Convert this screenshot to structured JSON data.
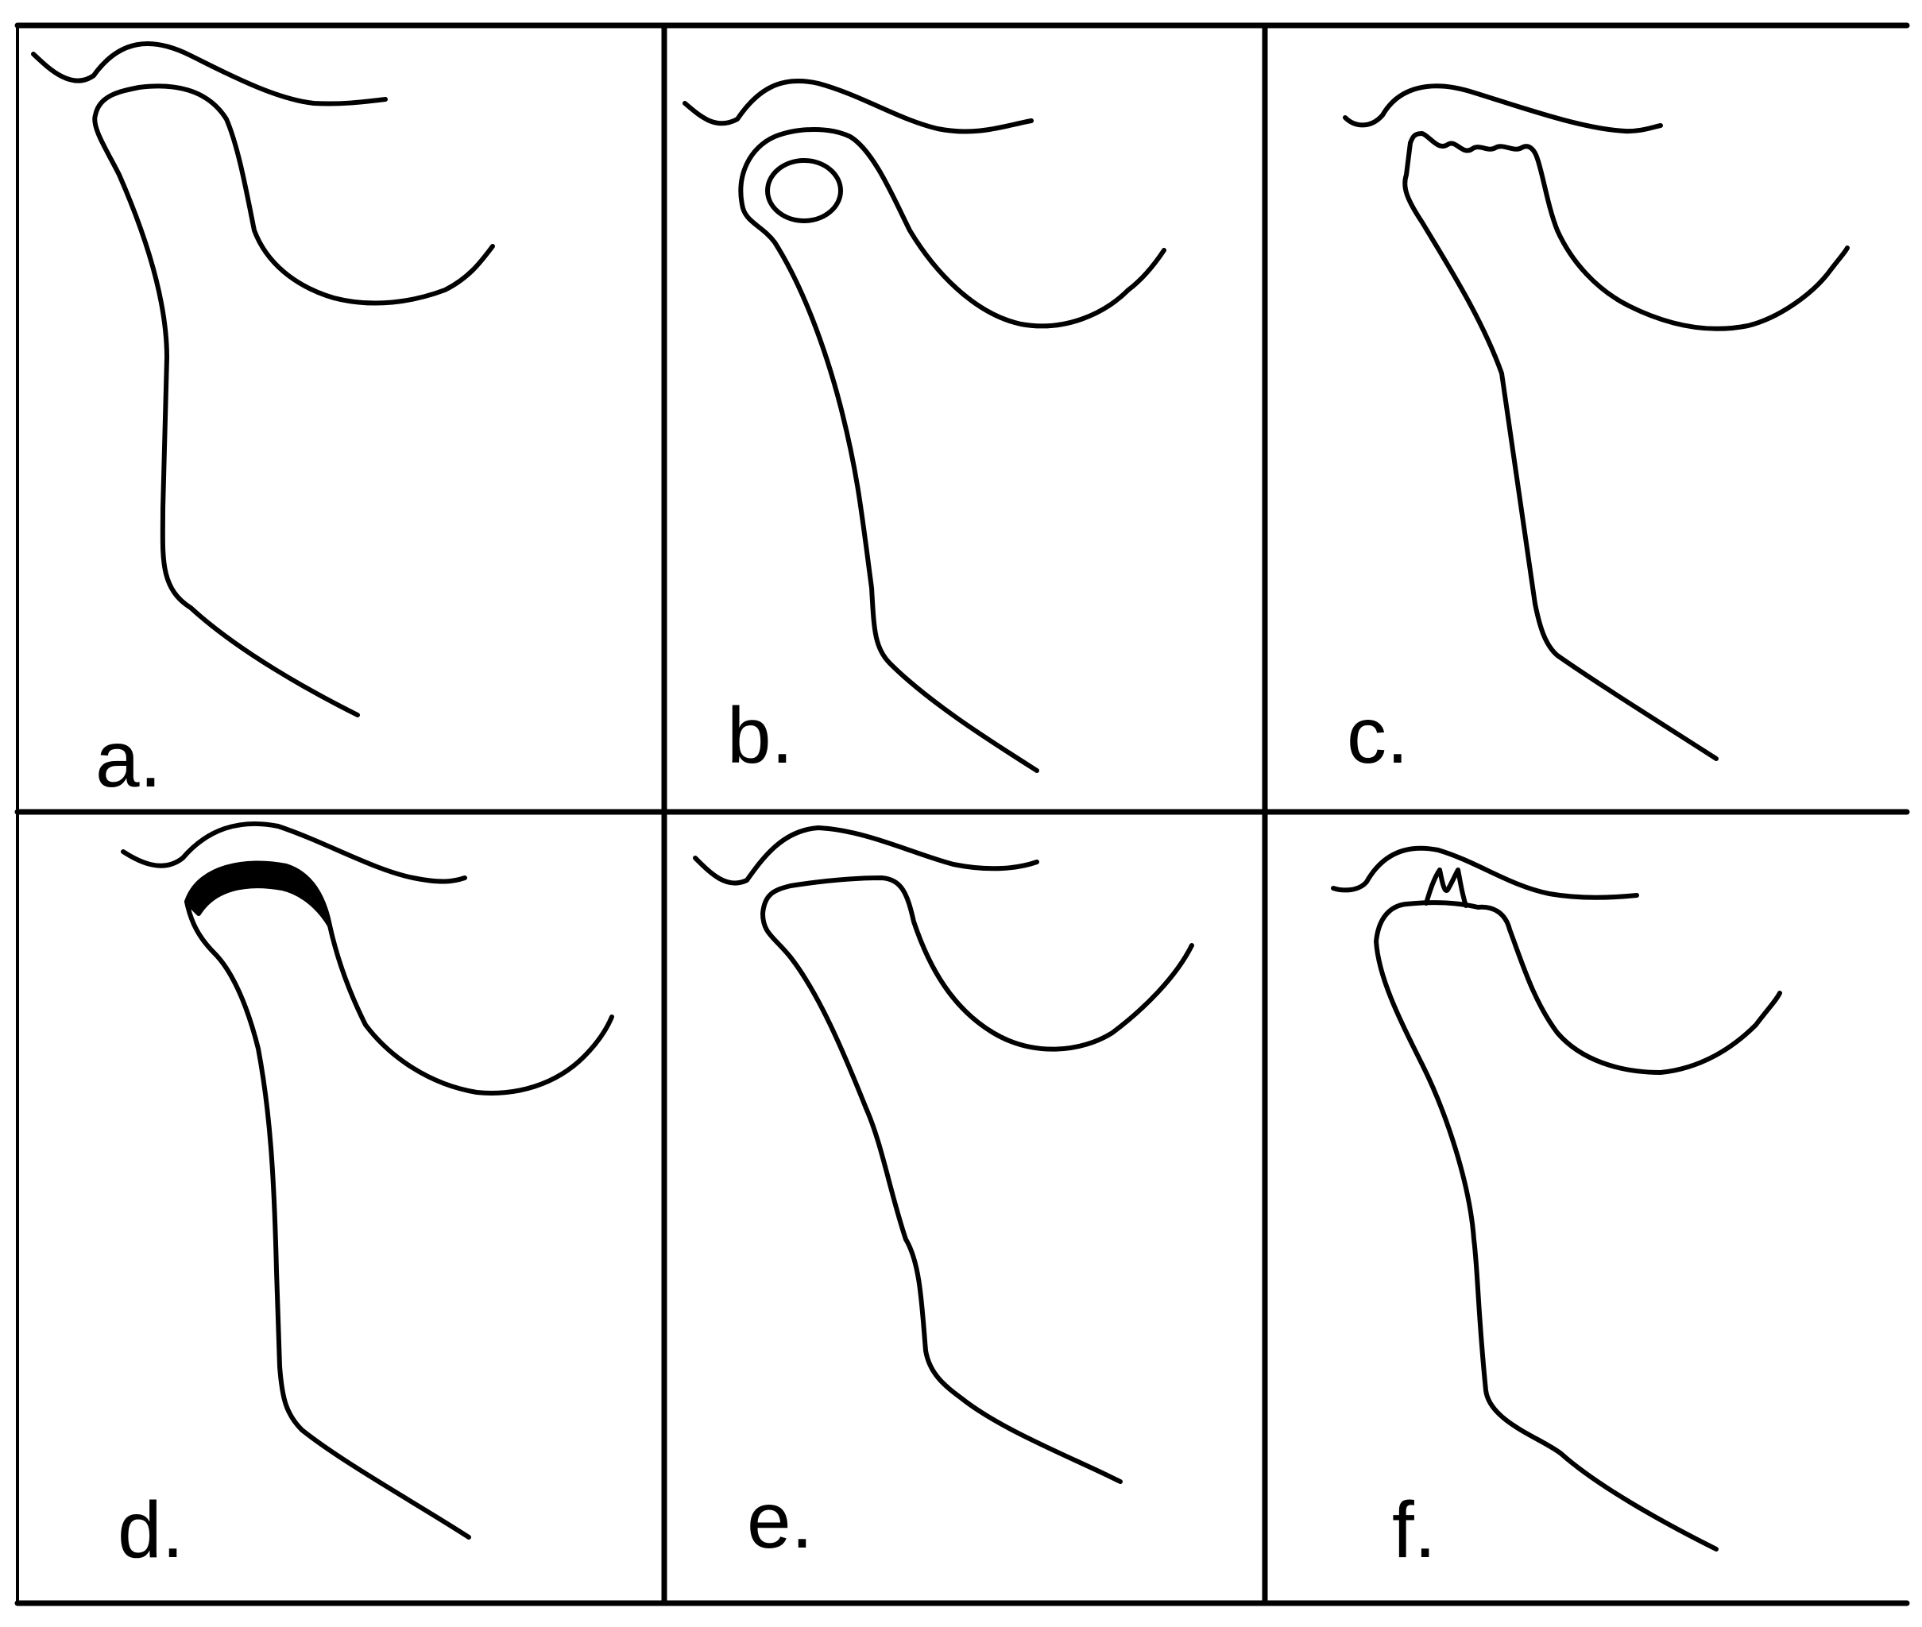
{
  "figure": {
    "panels": [
      {
        "id": "a",
        "label": "a.",
        "variant": "normal-condyle"
      },
      {
        "id": "b",
        "label": "b.",
        "variant": "subchondral-cyst"
      },
      {
        "id": "c",
        "label": "c.",
        "variant": "erosion"
      },
      {
        "id": "d",
        "label": "d.",
        "variant": "sclerosis"
      },
      {
        "id": "e",
        "label": "e.",
        "variant": "flattening"
      },
      {
        "id": "f",
        "label": "f.",
        "variant": "osteophyte"
      }
    ],
    "colors": {
      "ink": "#000000",
      "background": "#ffffff"
    }
  }
}
